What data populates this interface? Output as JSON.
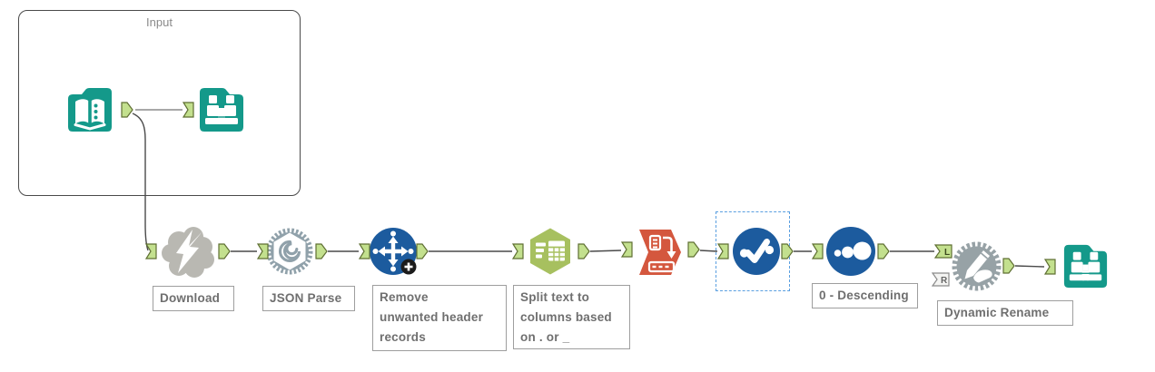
{
  "container": {
    "label": "Input"
  },
  "tools": [
    {
      "name": "input-data",
      "label": ""
    },
    {
      "name": "browse",
      "label": ""
    },
    {
      "name": "download",
      "label": "Download"
    },
    {
      "name": "json-parse",
      "label": "JSON Parse"
    },
    {
      "name": "select-records",
      "label": "Remove\nunwanted header\nrecords"
    },
    {
      "name": "text-to-columns",
      "label": "Split text to\ncolumns based\non . or _"
    },
    {
      "name": "transpose",
      "label": ""
    },
    {
      "name": "unique",
      "label": ""
    },
    {
      "name": "sort",
      "label": "0 - Descending"
    },
    {
      "name": "dynamic-rename",
      "label": "Dynamic Rename"
    },
    {
      "name": "browse-output",
      "label": ""
    }
  ],
  "anchors": {
    "left": "L",
    "right": "R"
  },
  "colors": {
    "teal": "#14998a",
    "blue": "#1c5b9e",
    "green_hex": "#a7c05f",
    "orange": "#d4573e",
    "cloud_gray": "#b9b8b2",
    "slate_gray": "#90a1aa",
    "anchor_fill": "#c3e08e",
    "anchor_stroke": "#5f6f33",
    "wire": "#4a4a4a",
    "selection_blue": "#5a9fe0"
  }
}
